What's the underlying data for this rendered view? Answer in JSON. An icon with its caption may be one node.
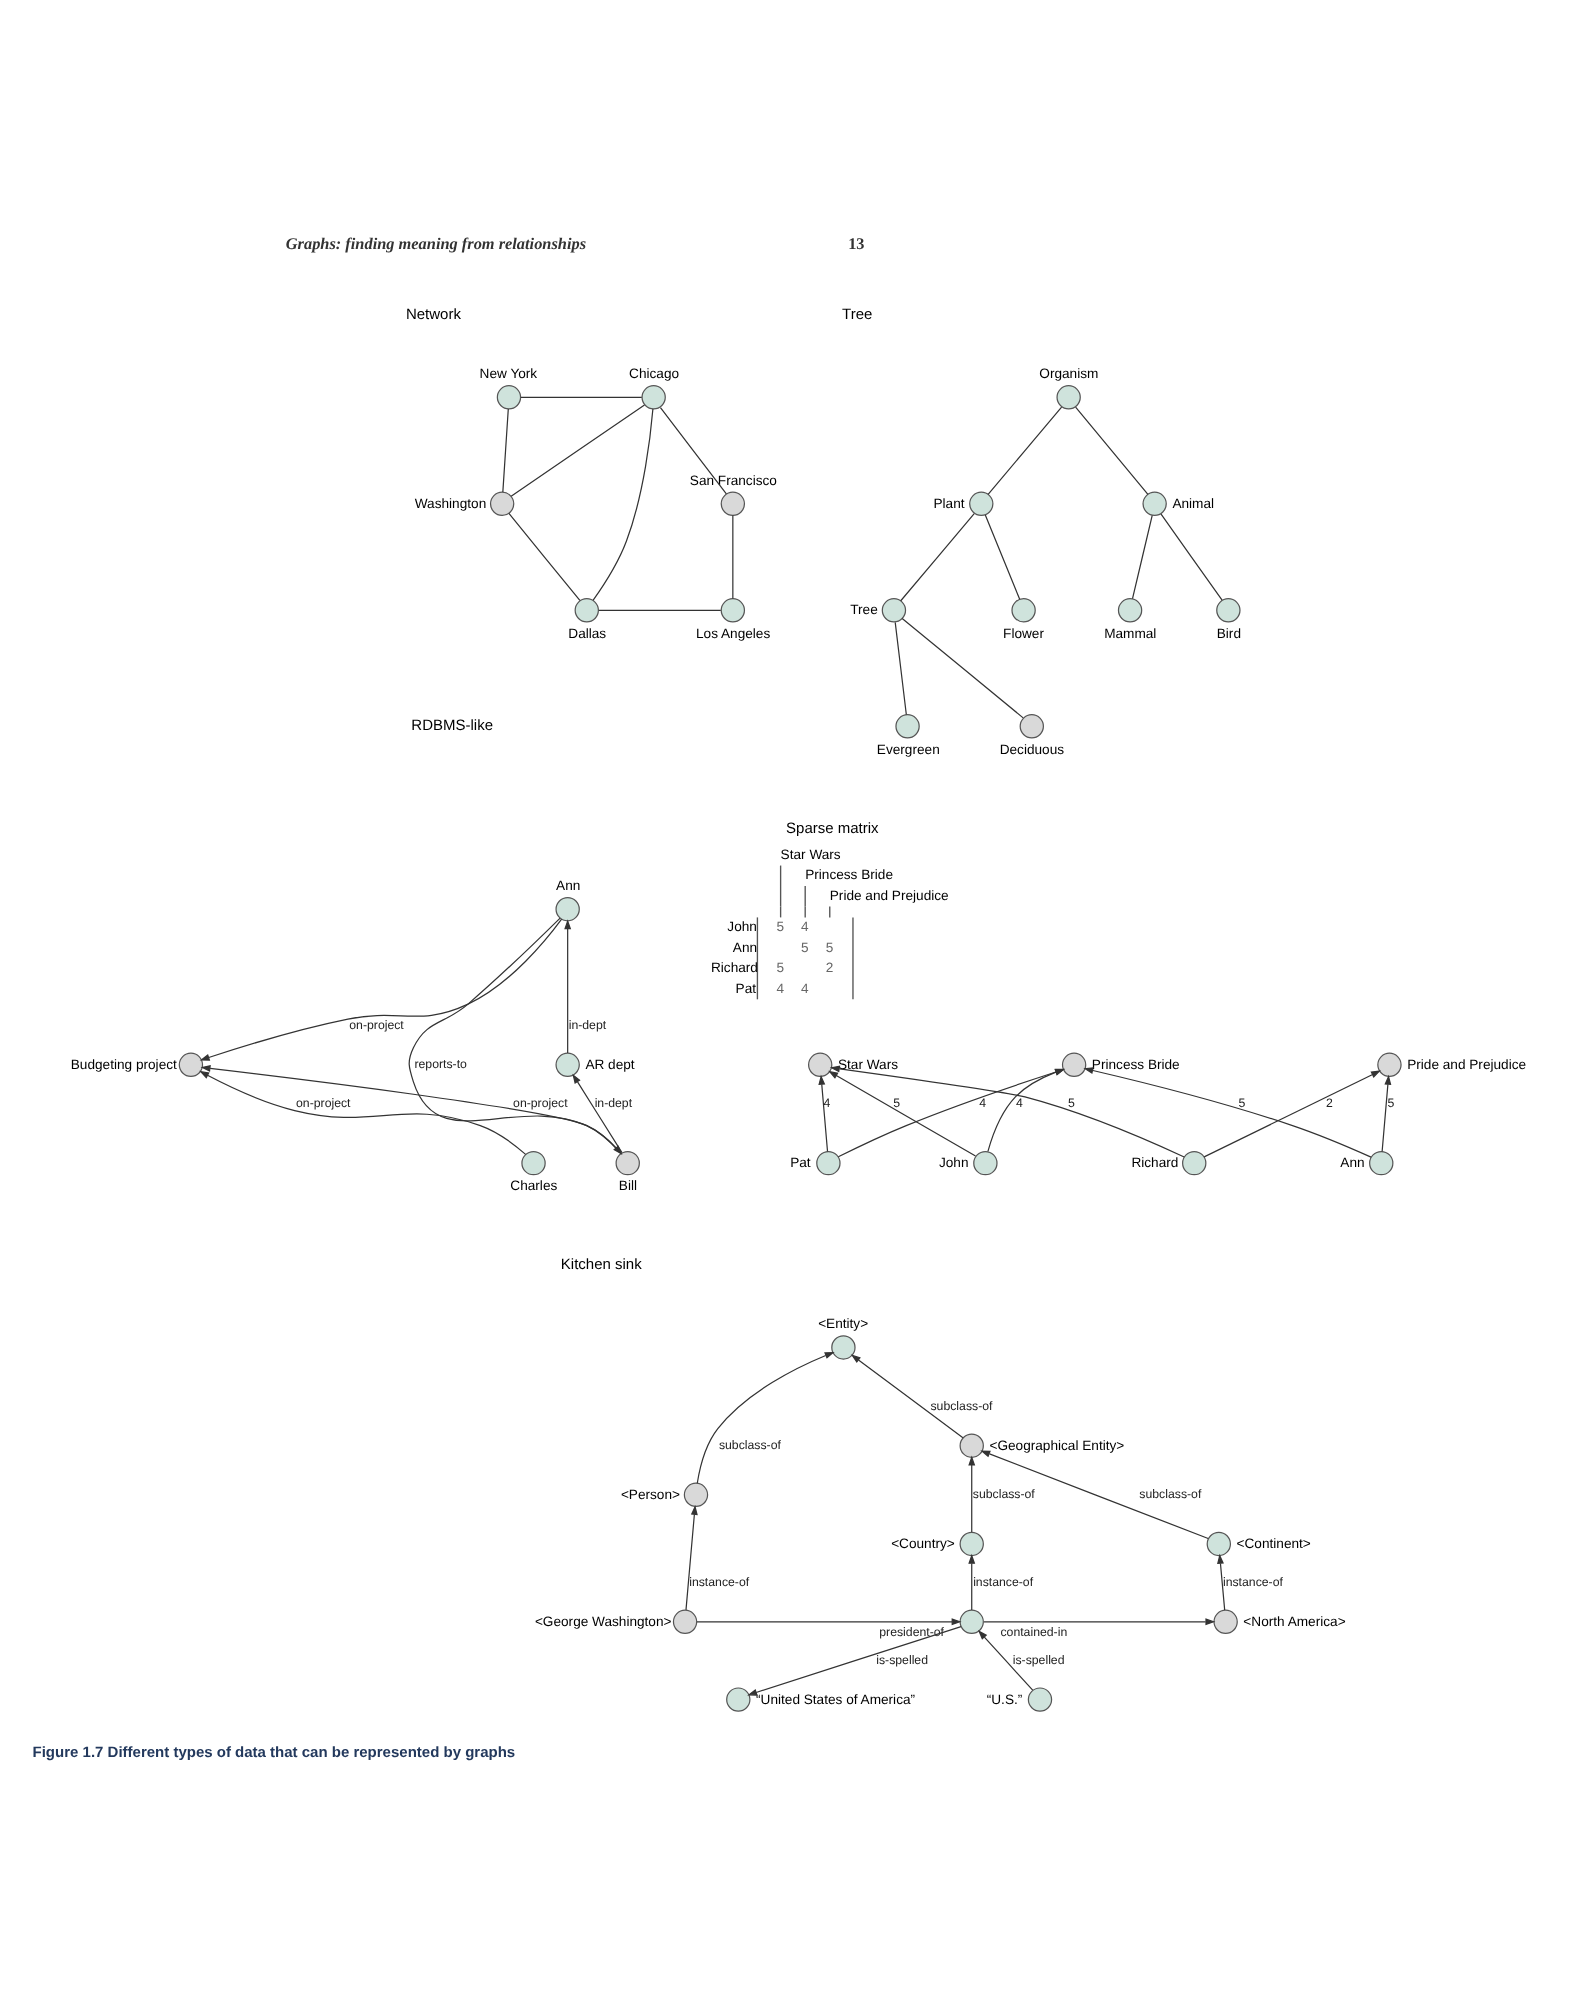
{
  "diagram": {
    "caption": "Figure 1.7 Different types of data that can be represented by graphs",
    "nodes": [
      {
        "text": [
          "Chicago"
        ]
      },
      {
        "text": [
          "New York"
        ]
      },
      {
        "text": [
          "San Francisco"
        ]
      },
      {
        "text": [
          "Washington"
        ]
      },
      {
        "text": [
          "Los Angeles"
        ]
      },
      {
        "text": [
          "Dallas"
        ]
      },
      {
        "text": [
          "Organism"
        ]
      },
      {
        "text": [
          "Plant"
        ]
      },
      {
        "text": [
          "Animal"
        ]
      },
      {
        "text": [
          "Tree"
        ]
      },
      {
        "text": [
          "Flower"
        ]
      },
      {
        "text": [
          "Bird"
        ]
      },
      {
        "text": [
          "Mammal"
        ]
      },
      {
        "text": [
          "Deciduous"
        ]
      },
      {
        "text": [
          "Evergreen"
        ]
      },
      {
        "text": [
          "Ann"
        ]
      },
      {
        "text": [
          "AR dept"
        ]
      },
      {
        "text": [
          "Budgeting project"
        ]
      },
      {
        "text": [
          "Bill"
        ]
      },
      {
        "text": [
          "Charles"
        ]
      },
      {
        "text": [
          "John"
        ]
      },
      {
        "text": [
          "Ann"
        ]
      },
      {
        "text": [
          "Richard"
        ]
      },
      {
        "text": [
          "Pat"
        ]
      },
      {
        "text": [
          "Star Wars"
        ]
      },
      {
        "text": [
          "Princess Bride"
        ]
      },
      {
        "text": [
          "Pride and Prejudice"
        ]
      },
      {
        "text": [
          "<Entity>"
        ]
      },
      {
        "text": [
          "<Person>"
        ]
      },
      {
        "text": [
          "<Geographical Entity>"
        ]
      },
      {
        "text": [
          "<Country>"
        ]
      },
      {
        "text": [
          "<Continent>"
        ]
      },
      {
        "text": [
          "<George Washington>"
        ]
      },
      {
        "text": [],
        "shape": "circle"
      },
      {
        "text": [
          "<North America>"
        ]
      },
      {
        "text": [
          "“U.S.”"
        ]
      },
      {
        "text": [
          "“United States of America”"
        ]
      }
    ],
    "edges": [
      {
        "from": 0,
        "to": 1,
        "arrow": "none"
      },
      {
        "from": 2,
        "to": 0,
        "arrow": "none"
      },
      {
        "from": 3,
        "to": 0,
        "arrow": "none"
      },
      {
        "from": 5,
        "to": 0,
        "arrow": "none"
      },
      {
        "from": 3,
        "to": 1,
        "arrow": "none"
      },
      {
        "from": 4,
        "to": 2,
        "arrow": "none"
      },
      {
        "from": 5,
        "to": 4,
        "arrow": "none"
      },
      {
        "from": 5,
        "to": 3,
        "arrow": "none"
      },
      {
        "from": 7,
        "to": 6,
        "arrow": "none"
      },
      {
        "from": 8,
        "to": 6,
        "arrow": "none"
      },
      {
        "from": 9,
        "to": 7,
        "arrow": "none"
      },
      {
        "from": 10,
        "to": 7,
        "arrow": "none"
      },
      {
        "from": 13,
        "to": 9,
        "arrow": "none"
      },
      {
        "from": 14,
        "to": 9,
        "arrow": "none"
      },
      {
        "from": 11,
        "to": 8,
        "arrow": "none"
      },
      {
        "from": 12,
        "to": 8,
        "arrow": "none"
      },
      {
        "from": 16,
        "to": 15,
        "arrow": "to",
        "label": "in-dept"
      },
      {
        "from": 15,
        "to": 17,
        "arrow": "to",
        "label": "on-project"
      },
      {
        "from": 15,
        "to": 18,
        "arrow": "to",
        "label": "reports-to"
      },
      {
        "from": 18,
        "to": 16,
        "arrow": "to",
        "label": "in-dept"
      },
      {
        "from": 18,
        "to": 17,
        "arrow": "to",
        "label": "on-project"
      },
      {
        "from": 19,
        "to": 17,
        "arrow": "to",
        "label": "on-project"
      },
      {
        "from": 20,
        "to": 24,
        "arrow": "to",
        "label": "5"
      },
      {
        "from": 20,
        "to": 25,
        "arrow": "to",
        "label": "4"
      },
      {
        "from": 21,
        "to": 25,
        "arrow": "to",
        "label": "5"
      },
      {
        "from": 21,
        "to": 26,
        "arrow": "to",
        "label": "5"
      },
      {
        "from": 22,
        "to": 24,
        "arrow": "to",
        "label": "5"
      },
      {
        "from": 22,
        "to": 26,
        "arrow": "to",
        "label": "2"
      },
      {
        "from": 23,
        "to": 24,
        "arrow": "to",
        "label": "4"
      },
      {
        "from": 23,
        "to": 25,
        "arrow": "to",
        "label": "4"
      },
      {
        "from": 28,
        "to": 27,
        "arrow": "to",
        "label": "subclass-of"
      },
      {
        "from": 29,
        "to": 27,
        "arrow": "to",
        "label": "subclass-of"
      },
      {
        "from": 30,
        "to": 29,
        "arrow": "to",
        "label": "subclass-of"
      },
      {
        "from": 31,
        "to": 29,
        "arrow": "to",
        "label": "subclass-of"
      },
      {
        "from": 32,
        "to": 28,
        "arrow": "to",
        "label": "instance-of"
      },
      {
        "from": 33,
        "to": 30,
        "arrow": "to",
        "label": "instance-of"
      },
      {
        "from": 34,
        "to": 31,
        "arrow": "to",
        "label": "instance-of"
      },
      {
        "from": 32,
        "to": 33,
        "arrow": "to",
        "label": "president-of"
      },
      {
        "from": 33,
        "to": 34,
        "arrow": "to",
        "label": "contained-in"
      },
      {
        "from": 35,
        "to": 33,
        "arrow": "to",
        "label": "is-spelled"
      },
      {
        "from": 33,
        "to": 36,
        "arrow": "to",
        "label": "is-spelled"
      }
    ],
    "labels": [
      "Graphs: finding meaning from relationships",
      "13",
      "Network",
      "Tree",
      "RDBMS-like",
      "Sparse matrix",
      "Star Wars",
      "Princess Bride",
      "Pride and Prejudice",
      "John",
      "5",
      "4",
      "Ann",
      "5",
      "5",
      "Richard",
      "5",
      "2",
      "Pat",
      "4",
      "4",
      "Kitchen sink"
    ]
  }
}
